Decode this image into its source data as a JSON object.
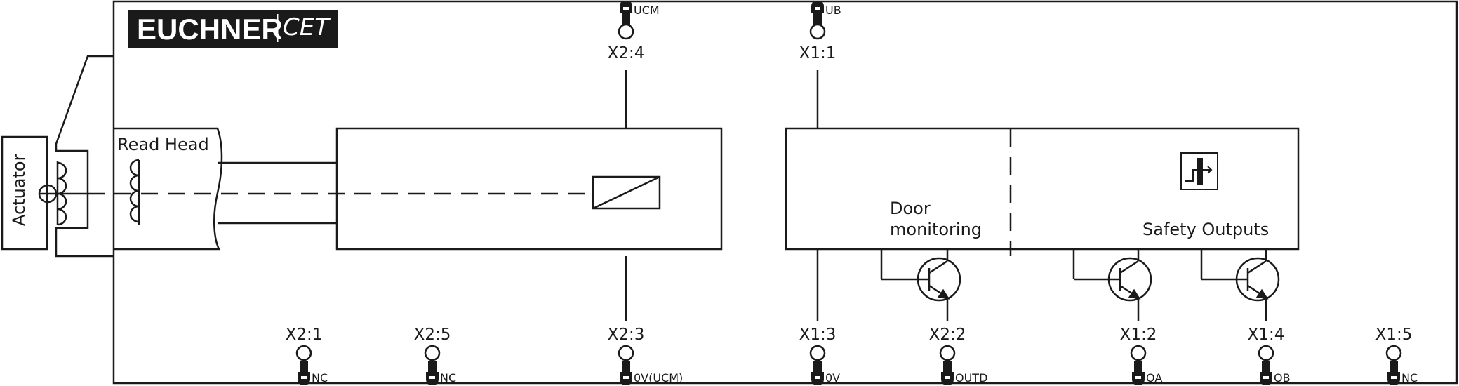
{
  "logo": {
    "brand": "EUCHNER",
    "product": "CET"
  },
  "labels": {
    "actuator": "Actuator",
    "read_head": "Read Head",
    "door_monitoring_line1": "Door",
    "door_monitoring_line2": "monitoring",
    "safety_outputs": "Safety Outputs"
  },
  "top_terminals": [
    {
      "id": "x24",
      "terminal": "X2:4",
      "signal": "UCM"
    },
    {
      "id": "x11",
      "terminal": "X1:1",
      "signal": "UB"
    }
  ],
  "bottom_terminals": [
    {
      "id": "x21",
      "terminal": "X2:1",
      "signal": "NC"
    },
    {
      "id": "x25",
      "terminal": "X2:5",
      "signal": "NC"
    },
    {
      "id": "x23",
      "terminal": "X2:3",
      "signal": "0V(UCM)"
    },
    {
      "id": "x13",
      "terminal": "X1:3",
      "signal": "0V"
    },
    {
      "id": "x22",
      "terminal": "X2:2",
      "signal": "OUTD"
    },
    {
      "id": "x12",
      "terminal": "X1:2",
      "signal": "OA"
    },
    {
      "id": "x14",
      "terminal": "X1:4",
      "signal": "OB"
    },
    {
      "id": "x15",
      "terminal": "X1:5",
      "signal": "NC"
    }
  ]
}
